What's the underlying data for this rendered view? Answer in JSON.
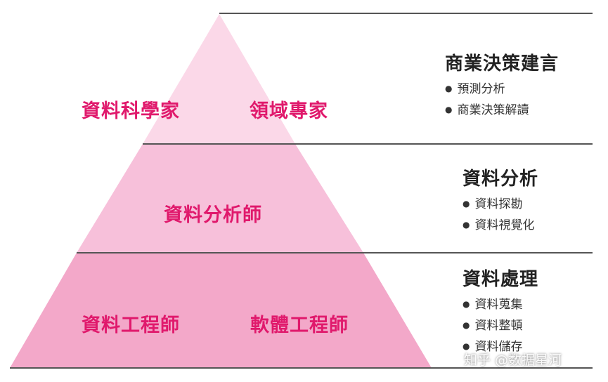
{
  "colors": {
    "accent": "#e0196c",
    "tier_top": "#fbd8e8",
    "tier_mid": "#f7c0da",
    "tier_bottom": "#f3a8c9",
    "rule": "#555555"
  },
  "pyramid": {
    "top": {
      "labels": [
        "資料科學家",
        "領域專家"
      ]
    },
    "middle": {
      "labels": [
        "資料分析師"
      ]
    },
    "bottom": {
      "labels": [
        "資料工程師",
        "軟體工程師"
      ]
    }
  },
  "panels": [
    {
      "title": "商業決策建言",
      "items": [
        "預測分析",
        "商業決策解讀"
      ]
    },
    {
      "title": "資料分析",
      "items": [
        "資料探勘",
        "資料視覺化"
      ]
    },
    {
      "title": "資料處理",
      "items": [
        "資料蒐集",
        "資料整頓",
        "資料儲存"
      ]
    }
  ],
  "watermark": "知乎 @数据星河"
}
